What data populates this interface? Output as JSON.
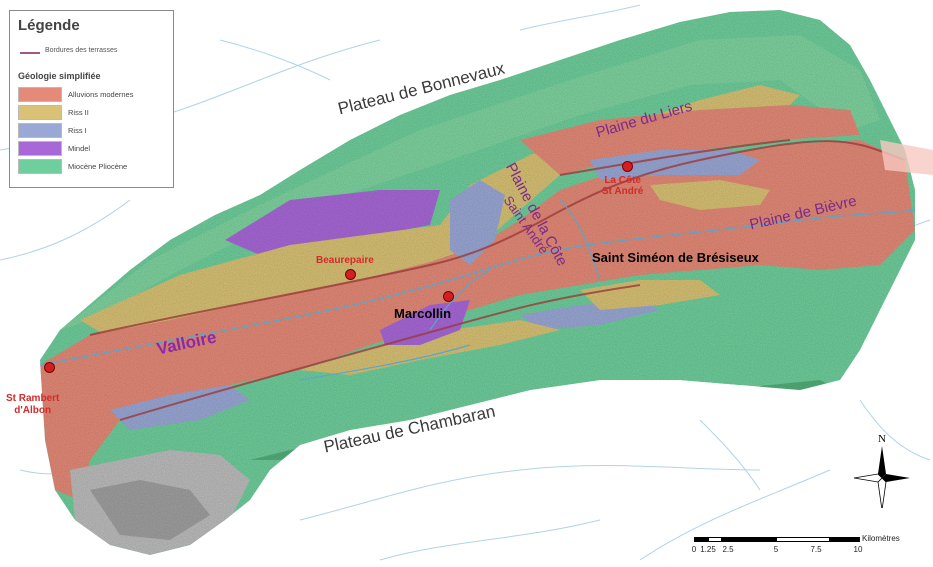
{
  "legend": {
    "title": "Légende",
    "terraces_label": "Bordures des terrasses",
    "geology_title": "Géologie simplifiée",
    "items": [
      {
        "label": "Alluvions modernes",
        "color": "#e58a78"
      },
      {
        "label": "Riss II",
        "color": "#d9c275"
      },
      {
        "label": "Riss I",
        "color": "#9aa8d6"
      },
      {
        "label": "Mindel",
        "color": "#a868d8"
      },
      {
        "label": "Miocène Pliocène",
        "color": "#6fcf9c"
      }
    ]
  },
  "labels": {
    "plateau_bonnevaux": "Plateau de Bonnevaux",
    "plateau_chambaran": "Plateau de Chambaran",
    "plaine_liers": "Plaine du Liers",
    "plaine_cote_1": "Plaine de la Côte",
    "plaine_cote_2": "Saint André",
    "plaine_bievre": "Plaine de Bièvre",
    "valloire": "Valloire"
  },
  "towns": {
    "cote_st_andre_1": "La Côte",
    "cote_st_andre_2": "St André",
    "beaurepaire": "Beaurepaire",
    "st_simeon": "Saint Siméon de Brésiseux",
    "marcollin": "Marcollin",
    "st_rambert_1": "St Rambert",
    "st_rambert_2": "d'Albon"
  },
  "scale_bar": {
    "ticks": [
      "0",
      "1.25",
      "2.5",
      "5",
      "7.5",
      "10"
    ],
    "unit": "Kilomètres"
  },
  "compass": {
    "north_label": "N"
  },
  "colors": {
    "alluvions": "#e58a78",
    "riss2": "#d9c275",
    "riss1": "#9aa8d6",
    "mindel": "#a868d8",
    "miocene": "#6fcf9c",
    "plateau_dark": "#3f9a63",
    "town_red": "#d42a2a",
    "plaine_purple": "#7a2a8a",
    "river": "#5aa6c8"
  }
}
